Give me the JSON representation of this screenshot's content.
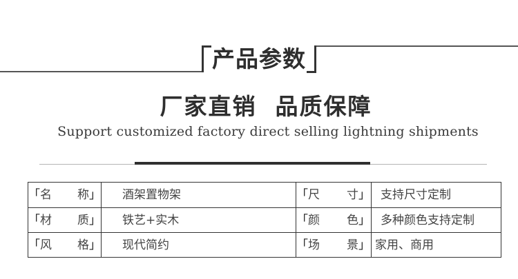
{
  "header": {
    "title": "产品参数"
  },
  "slogan": {
    "left": "厂家直销",
    "right": "品质保障"
  },
  "subtitle": "Support customized factory direct selling lightning shipments",
  "specs": [
    {
      "label1_char1": "名",
      "label1_char2": "称",
      "value1": "酒架置物架",
      "label2_char1": "尺",
      "label2_char2": "寸",
      "value2": "支持尺寸定制"
    },
    {
      "label1_char1": "材",
      "label1_char2": "质",
      "value1": "铁艺+实木",
      "label2_char1": "颜",
      "label2_char2": "色",
      "value2": "多种颜色支持定制"
    },
    {
      "label1_char1": "风",
      "label1_char2": "格",
      "value1": "现代简约",
      "label2_char1": "场",
      "label2_char2": "景",
      "value2": "家用、商用"
    }
  ],
  "brackets": {
    "open": "「",
    "close": "」"
  }
}
